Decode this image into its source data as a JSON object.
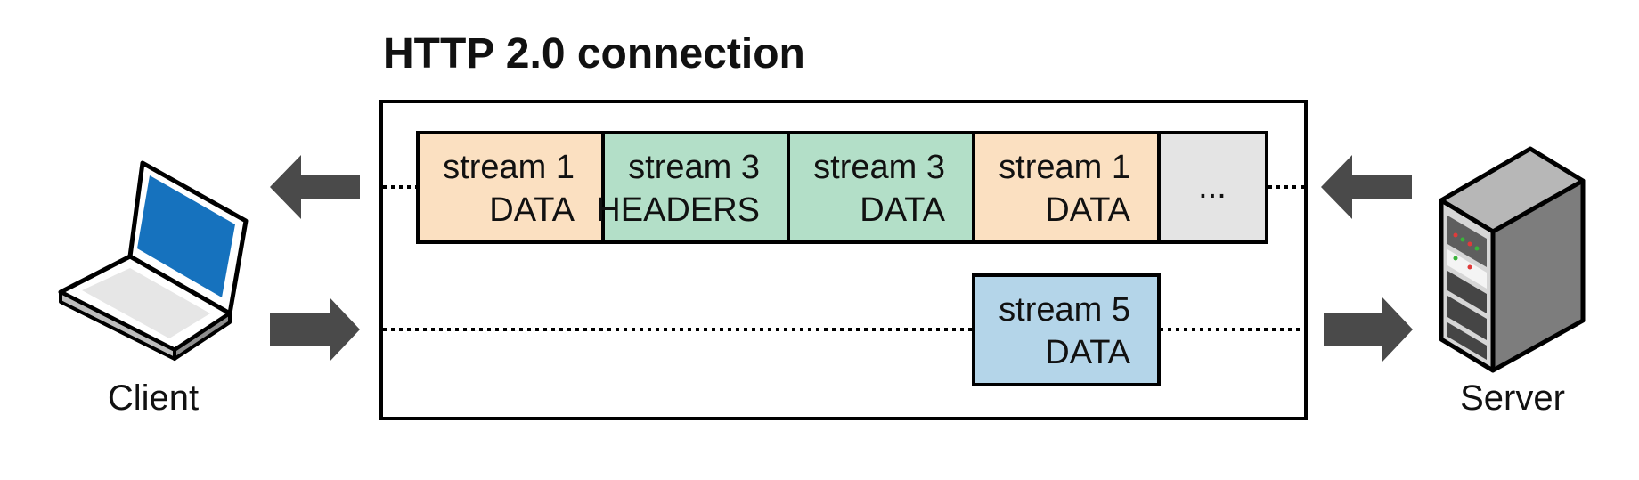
{
  "diagram": {
    "title": "HTTP 2.0 connection",
    "client_label": "Client",
    "server_label": "Server",
    "outbound_frames": [
      {
        "line1": "stream 1",
        "line2": "DATA",
        "color": "#fbe0c1"
      },
      {
        "line1": "stream 3",
        "line2": "HEADERS",
        "color": "#b3dfc8"
      },
      {
        "line1": "stream 3",
        "line2": "DATA",
        "color": "#b3dfc8"
      },
      {
        "line1": "stream 1",
        "line2": "DATA",
        "color": "#fbe0c1"
      },
      {
        "line1": "...",
        "line2": "",
        "color": "#e4e4e4"
      }
    ],
    "inbound_frames": [
      {
        "line1": "stream 5",
        "line2": "DATA",
        "color": "#b4d5e9"
      }
    ],
    "colors": {
      "arrow": "#4a4a4a",
      "stroke": "#000000",
      "laptop_screen": "#1672be",
      "server_body": "#7d7d7d"
    }
  }
}
